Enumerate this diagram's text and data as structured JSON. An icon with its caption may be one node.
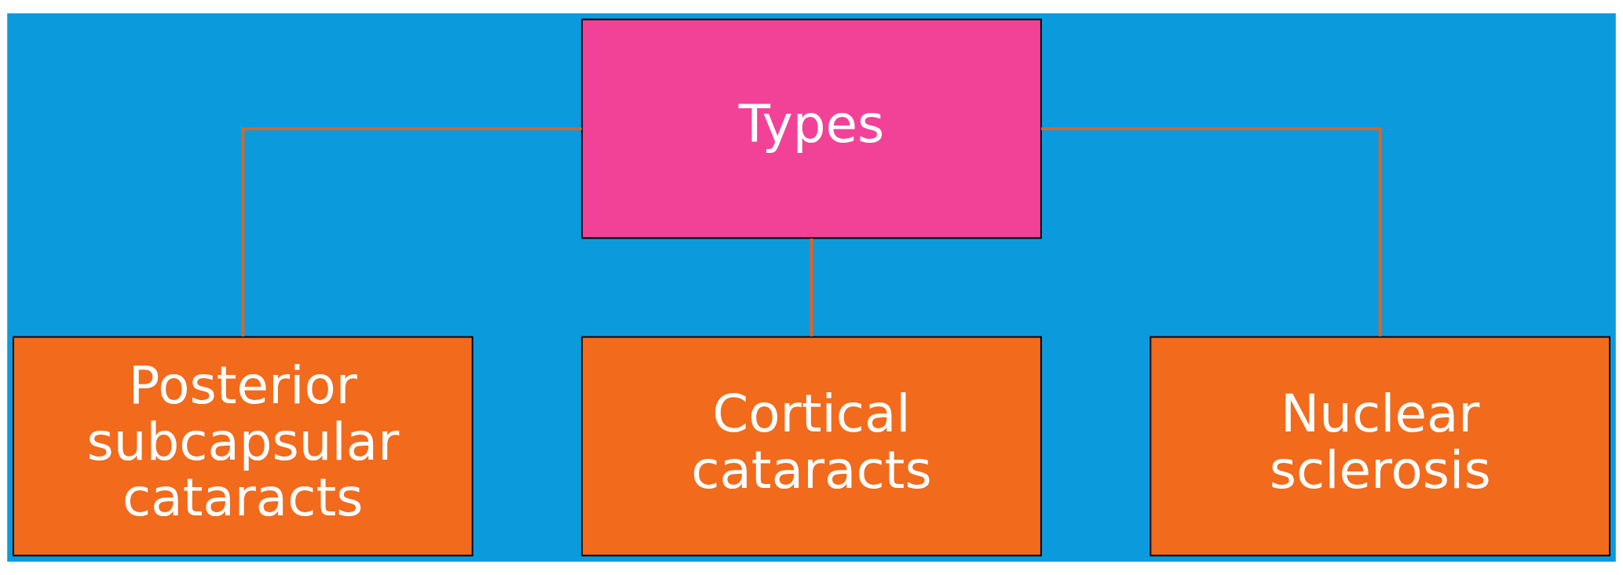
{
  "diagram": {
    "nodes": [
      {
        "text": [
          "Types"
        ]
      },
      {
        "text": [
          "Posterior subcapsular cataracts"
        ]
      },
      {
        "text": [
          "Cortical cataracts"
        ]
      },
      {
        "text": [
          "Nuclear sclerosis"
        ]
      }
    ],
    "edges": [
      {
        "from": 0,
        "to": 1,
        "arrow": "none"
      },
      {
        "from": 0,
        "to": 2,
        "arrow": "none"
      },
      {
        "from": 0,
        "to": 3,
        "arrow": "none"
      }
    ]
  }
}
